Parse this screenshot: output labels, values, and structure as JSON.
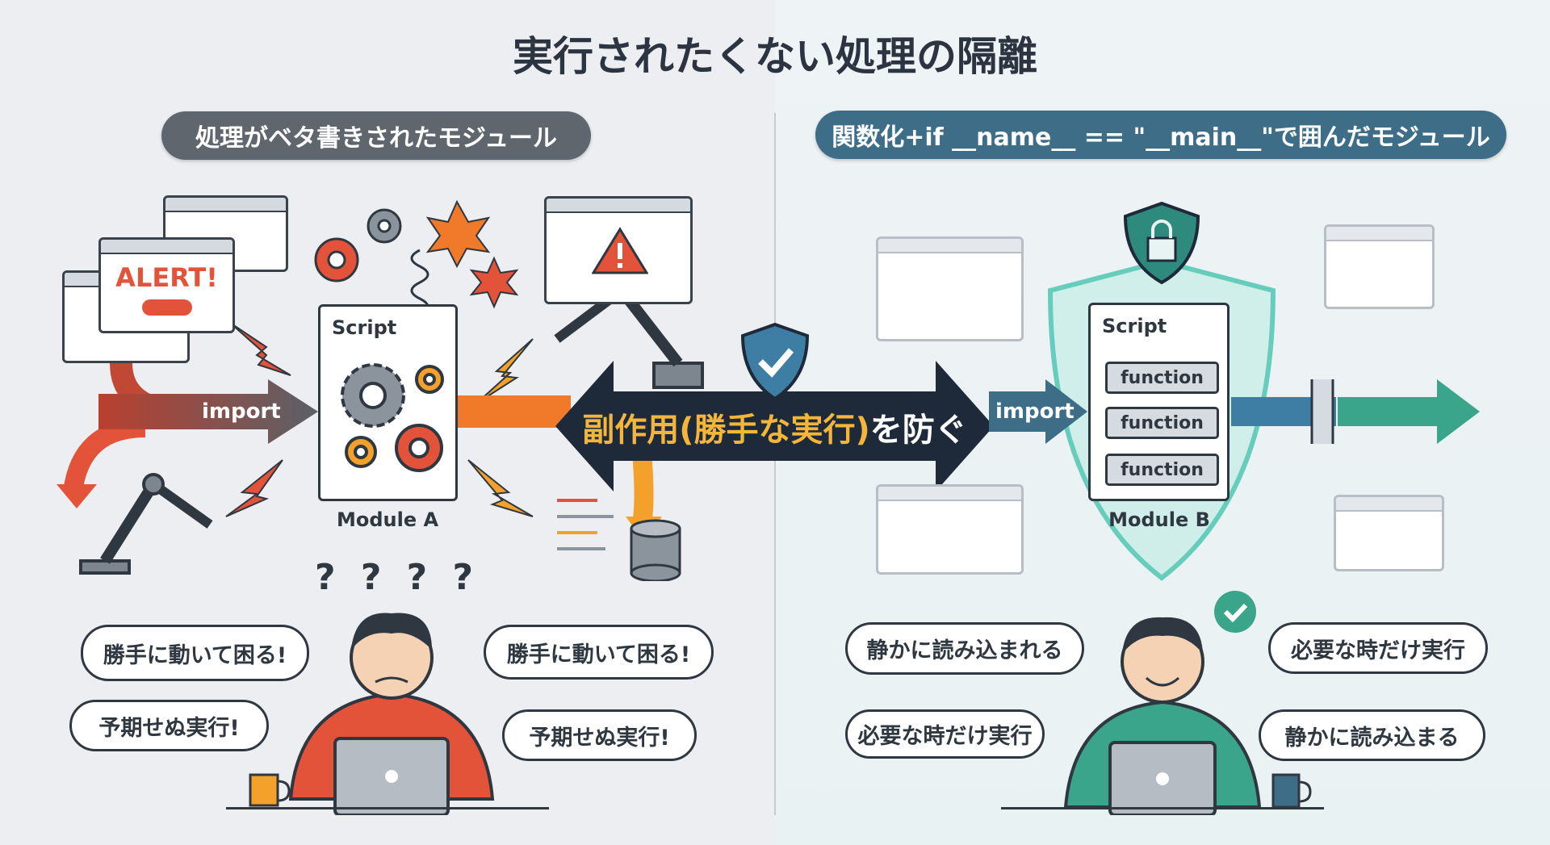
{
  "title": "実行されたくない処理の隔離",
  "left": {
    "header": "処理がベタ書きされたモジュール",
    "alert_text": "ALERT!",
    "script_label": "Script",
    "module_label": "Module A",
    "import_label": "import",
    "bubbles": [
      "勝手に動いて困る!",
      "予期せぬ実行!",
      "勝手に動いて困る!",
      "予期せぬ実行!"
    ],
    "question_marks": "? ? ? ?"
  },
  "right": {
    "header": "関数化+if __name__ == \"__main__\"で囲んだモジュール",
    "script_label": "Script",
    "functions": [
      "function",
      "function",
      "function"
    ],
    "module_label": "Module B",
    "import_label": "import",
    "bubbles": [
      "静かに読み込まれる",
      "必要な時だけ実行",
      "必要な時だけ実行",
      "静かに読み込まる"
    ]
  },
  "center": {
    "highlight": "副作用(勝手な実行)",
    "suffix": "を防ぐ"
  },
  "colors": {
    "accent_left": "#e2533a",
    "accent_right": "#3aa58a",
    "header_left": "#5f666d",
    "header_right": "#3e6d88",
    "arrow_dark": "#1e2a3a",
    "highlight": "#f3b63a"
  }
}
